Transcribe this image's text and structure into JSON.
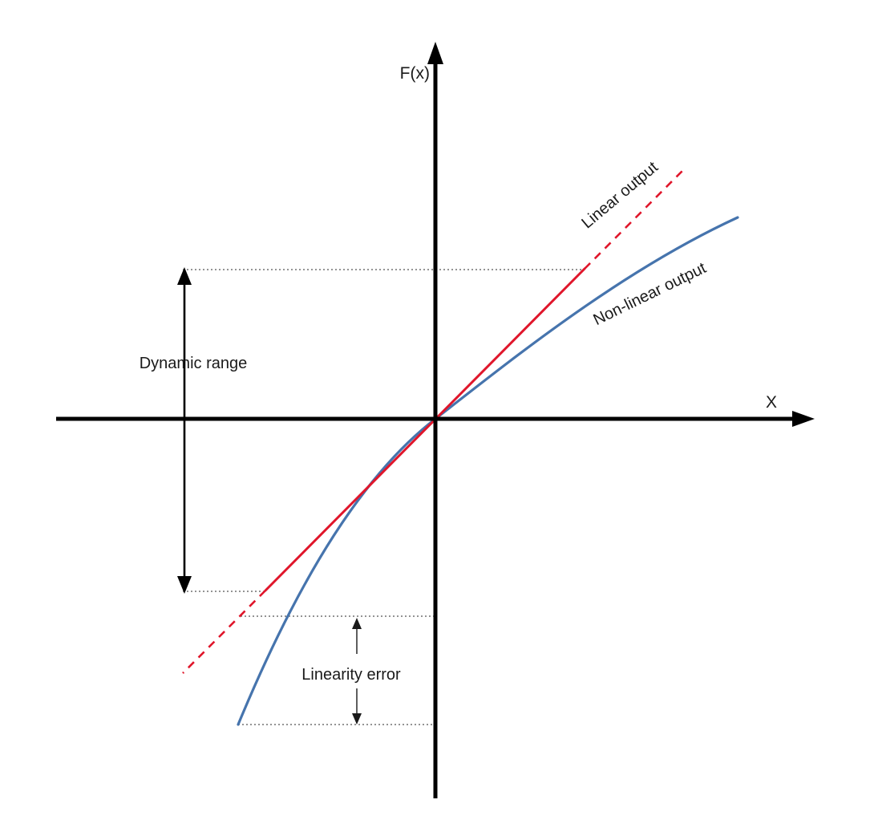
{
  "figure": {
    "axes": {
      "y_label": "F(x)",
      "x_label": "X"
    },
    "series": {
      "linear": {
        "label": "Linear output"
      },
      "nonlinear": {
        "label": "Non-linear output"
      }
    },
    "annotations": {
      "dynamic_range": "Dynamic range",
      "linearity_error": "Linearity error"
    }
  },
  "colors": {
    "linear": "#e0162b",
    "nonlinear": "#4674ad",
    "axis": "#000000"
  }
}
